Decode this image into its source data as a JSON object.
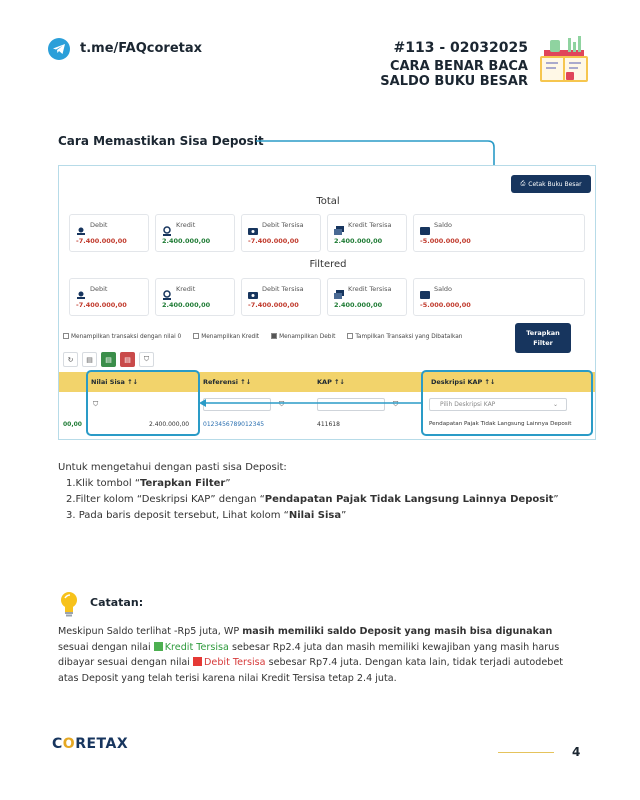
{
  "header": {
    "channel_link": "t.me/FAQcoretax",
    "post_number": "#113 - 02032025",
    "title_line1": "CARA BENAR BACA",
    "title_line2": "SALDO BUKU BESAR"
  },
  "section_title": "Cara Memastikan Sisa Deposit",
  "screenshot": {
    "cetak_button": "Cetak Buku Besar",
    "total_title": "Total",
    "filtered_title": "Filtered",
    "total_cards": [
      {
        "label": "Debit",
        "value": "-7.400.000,00"
      },
      {
        "label": "Kredit",
        "value": "2.400.000,00"
      },
      {
        "label": "Debit Tersisa",
        "value": "-7.400.000,00"
      },
      {
        "label": "Kredit Tersisa",
        "value": "2.400.000,00"
      },
      {
        "label": "Saldo",
        "value": "-5.000.000,00"
      }
    ],
    "filtered_cards": [
      {
        "label": "Debit",
        "value": "-7.400.000,00"
      },
      {
        "label": "Kredit",
        "value": "2.400.000,00"
      },
      {
        "label": "Debit Tersisa",
        "value": "-7.400.000,00"
      },
      {
        "label": "Kredit Tersisa",
        "value": "2.400.000,00"
      },
      {
        "label": "Saldo",
        "value": "-5.000.000,00"
      }
    ],
    "checkboxes": [
      {
        "label": "Menampilkan transaksi dengan nilai 0",
        "checked": false
      },
      {
        "label": "Menampilkan Kredit",
        "checked": false
      },
      {
        "label": "Menampilkan Debit",
        "checked": true
      },
      {
        "label": "Tampilkan Transaksi yang Dibatalkan",
        "checked": false
      }
    ],
    "terapkan_line1": "Terapkan",
    "terapkan_line2": "Filter",
    "columns": [
      "Nilai Sisa",
      "Referensi",
      "KAP",
      "Deskripsi KAP"
    ],
    "sort_glyph": "↑↓",
    "kap_placeholder": "Pilih Deskripsi KAP",
    "row": {
      "lead": "00,00",
      "nilai_sisa": "2.400.000,00",
      "referensi": "0123456789012345",
      "kap": "411618",
      "deskripsi": "Pendapatan Pajak Tidak Langsung Lainnya Deposit"
    }
  },
  "instructions": {
    "intro": "Untuk mengetahui dengan pasti sisa Deposit:",
    "step1_pre": "1.Klik tombol “",
    "step1_bold": "Terapkan Filter",
    "step1_post": "”",
    "step2_pre": "2.Filter kolom “Deskripsi KAP” dengan “",
    "step2_bold": "Pendapatan Pajak Tidak Langsung Lainnya Deposit",
    "step2_post": "”",
    "step3_pre": "3. Pada baris deposit tersebut, Lihat kolom “",
    "step3_bold": "Nilai Sisa",
    "step3_post": "”"
  },
  "catatan": {
    "title": "Catatan:",
    "p1": "Meskipun Saldo terlihat -Rp5 juta, WP ",
    "p1_bold": "masih memiliki saldo Deposit yang masih bisa digunakan",
    "p2": " sesuai dengan nilai ",
    "kredit_label": "Kredit Tersisa",
    "p3": " sebesar Rp2.4 juta dan masih memiliki kewajiban yang masih harus dibayar sesuai dengan nilai ",
    "debit_label": "Debit Tersisa",
    "p4": " sebesar Rp7.4 juta. Dengan kata lain, tidak terjadi autodebet atas Deposit yang telah terisi karena nilai Kredit Tersisa tetap 2.4 juta."
  },
  "footer": {
    "logo_part1": "C",
    "logo_part2": "O",
    "logo_part3": "RETAX",
    "page_number": "4"
  },
  "colors": {
    "navy": "#17355e",
    "accent_yellow": "#f2d36b",
    "highlight_blue": "#2a9bc7",
    "negative": "#c0392b",
    "positive": "#1e7b34"
  }
}
